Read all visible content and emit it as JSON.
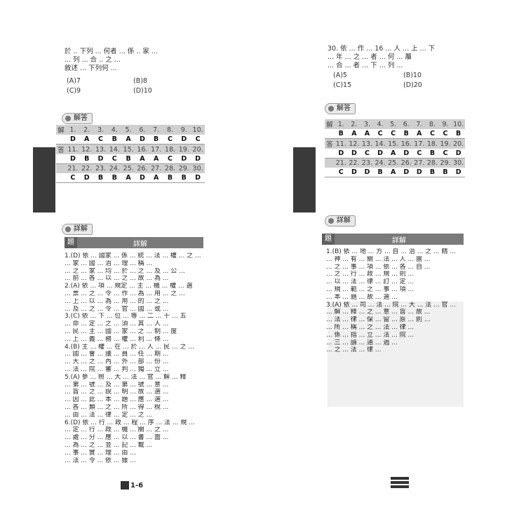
{
  "left": {
    "top_question_lines": [
      "於 .. 下列 ... 何者 ... 係 .. 家 ...",
      "... 列 ... 合 .. 之 ...",
      "敘述 ... 下列何 ..."
    ],
    "options": [
      {
        "a": "(A)7",
        "b": "(B)8"
      },
      {
        "a": "(C)9",
        "b": "(D)10"
      }
    ],
    "answer_badge": "解答",
    "answers_rows": [
      {
        "label": "解",
        "nums": [
          "1.",
          "2.",
          "3.",
          "4.",
          "5.",
          "6.",
          "7.",
          "8.",
          "9.",
          "10."
        ],
        "ans": [
          "D",
          "A",
          "C",
          "B",
          "A",
          "D",
          "B",
          "C",
          "D",
          "C"
        ]
      },
      {
        "label": "答",
        "nums": [
          "11.",
          "12.",
          "13.",
          "14.",
          "15.",
          "16.",
          "17.",
          "18.",
          "19.",
          "20."
        ],
        "ans": [
          "D",
          "B",
          "D",
          "C",
          "B",
          "A",
          "A",
          "C",
          "D",
          "D"
        ]
      },
      {
        "label": "",
        "nums": [
          "21.",
          "22.",
          "23.",
          "24.",
          "25.",
          "26.",
          "27.",
          "28.",
          "29.",
          "30."
        ],
        "ans": [
          "C",
          "D",
          "B",
          "B",
          "A",
          "D",
          "A",
          "B",
          "B",
          "D"
        ]
      }
    ],
    "explain_badge": "詳解",
    "explain_header": {
      "q": "題",
      "h": "詳解"
    },
    "explain_lines": [
      "1.(D) 依 ... 國家 ... 係 ... 統 ... 法 ... 權 ... 之 ...",
      "     ... 家 ... 國 ... 治 ... 理 ... 稱 ...",
      "     ... 之 ... 家 ... 均 ... 於 ... 之 ... 及 ... 公 ...",
      "     ... 前 ... 各 ... 以 ... 之 ... 故 ... 為 ...",
      "2.(A) 依 ... 項 ... 規定 ... 主 ... 機 ... 權 ... 選",
      "     ... 票 ... 之 ... 令 ... 作 ... 為 ... 用 ... 之 ...",
      "     ... 上 ... 以 ... 為 ... 用 ... 的 ... 之 ...",
      "     ... 及 ... 之 ... 令 ... 官 ... 國 ... 或 ...",
      "3.(C) 依 ... 下 ... 位 ... 等 ... 二 ... 十 ... 五",
      "     ... 命 ... 定 ... 之 ... 須 ... 其 ... 人 ...",
      "     ... 民 ... 主 ... 國 ... 家 ... 之 ... 制 ... 度",
      "     ... 上 ... 義 ... 務 ... 權 ... 利 ... 條 ...",
      "4.(B) 主 ... 權 ... 在 ... 於 ... 人 ... 民 ... 之 ...",
      "     ... 國 ... 會 ... 議 ... 員 ... 任 ... 期 ...",
      "     ... 大 ... 之 ... 內 ... 外 ... 部 ... 份 ...",
      "     ... 法 ... 院 ... 審 ... 判 ... 獨 ... 立 ...",
      "5.(A) 參 ... 照 ... 大 ... 法 ... 官 ... 解 ... 釋",
      "     ... 第 ... 號 ... 及 ... 第 ... 號 ... 意 ...",
      "     ... 旨 ... 之 ... 說 ... 明 ... 故 ... 選 ...",
      "     ... 因 ... 此 ... 本 ... 題 ... 應 ... 選 ...",
      "     ... 各 ... 類 ... 之 ... 所 ... 得 ... 稅 ...",
      "     ... 由 ... 法 ... 律 ... 定 ... 之 ...",
      "6.(D) 依 ... 行 ... 政 ... 程 ... 序 ... 法 ... 規 ...",
      "     ... 定 ... 行 ... 政 ... 機 ... 關 ... 之 ...",
      "     ... 處 ... 分 ... 應 ... 以 ... 書 ... 面 ...",
      "     ... 為 ... 之 ... 並 ... 記 ... 載 ...",
      "     ... 事 ... 實 ... 理 ... 由 ...",
      "     ... 法 ... 令 ... 依 ... 據 ..."
    ],
    "page_number": "1-6"
  },
  "right": {
    "top_question_lines": [
      "30. 依 ... 作 ... 16 ... 人 ... 上 ... 下",
      "    ... 年 ... 之 ... 者 ... 何 ... 屬",
      "    ... 合 ... 者 ... 下 ... 列 ..."
    ],
    "options": [
      {
        "a": "(A)5",
        "b": "(B)10"
      },
      {
        "a": "(C)15",
        "b": "(D)20"
      }
    ],
    "answer_badge": "解答",
    "answers_rows": [
      {
        "label": "解",
        "nums": [
          "1.",
          "2.",
          "3.",
          "4.",
          "5.",
          "6.",
          "7.",
          "8.",
          "9.",
          "10."
        ],
        "ans": [
          "B",
          "A",
          "A",
          "C",
          "C",
          "B",
          "A",
          "C",
          "C",
          "B"
        ]
      },
      {
        "label": "答",
        "nums": [
          "11.",
          "12.",
          "13.",
          "14.",
          "15.",
          "16.",
          "17.",
          "18.",
          "19.",
          "20."
        ],
        "ans": [
          "D",
          "D",
          "C",
          "D",
          "A",
          "D",
          "C",
          "B",
          "C",
          "D"
        ]
      },
      {
        "label": "",
        "nums": [
          "21.",
          "22.",
          "23.",
          "24.",
          "25.",
          "26.",
          "27.",
          "28.",
          "29.",
          "30."
        ],
        "ans": [
          "C",
          "D",
          "D",
          "B",
          "A",
          "D",
          "D",
          "B",
          "B",
          "D"
        ]
      }
    ],
    "explain_badge": "詳解",
    "explain_header": {
      "q": "題",
      "h": "詳解"
    },
    "explain_lines": [
      "1.(B) 依 ... 地 ... 方 ... 自 ... 治 ... 之 ... 精 ...",
      "     ... 神 ... 有 ... 關 ... 法 ... 人 ... 團 ...",
      "     ... 之 ... 事 ... 項 ... 依 ... 各 ... 自 ...",
      "     ... 之 ... 行 ... 政 ... 規 ... 則 ...",
      "     ... 以 ... 法 ... 律 ... 訂 ... 定 ...",
      "     ... 規 ... 範 ... 之 ... 事 ... 項 ...",
      "     ... 本 ... 題 ... 故 ... 選 ...",
      "",
      "",
      "",
      "",
      "",
      "",
      "",
      "",
      "",
      "",
      "",
      "",
      "3.(A) 依 ... 司 ... 法 ... 院 ... 大 ... 法 ... 官 ...",
      "     ... 解 ... 釋 ... 之 ... 意 ... 旨 ... 故 ...",
      "     ... 法 ... 律 ... 保 ... 留 ... 原 ... 則 ...",
      "     ... 所 ... 稱 ... 之 ... 法 ... 律 ...",
      "     ... 係 ... 指 ... 立 ... 法 ... 院 ...",
      "     ... 三 ... 讀 ... 通 ... 過 ...",
      "     ... 之 ... 法 ... 律 ..."
    ],
    "page_number": ""
  }
}
